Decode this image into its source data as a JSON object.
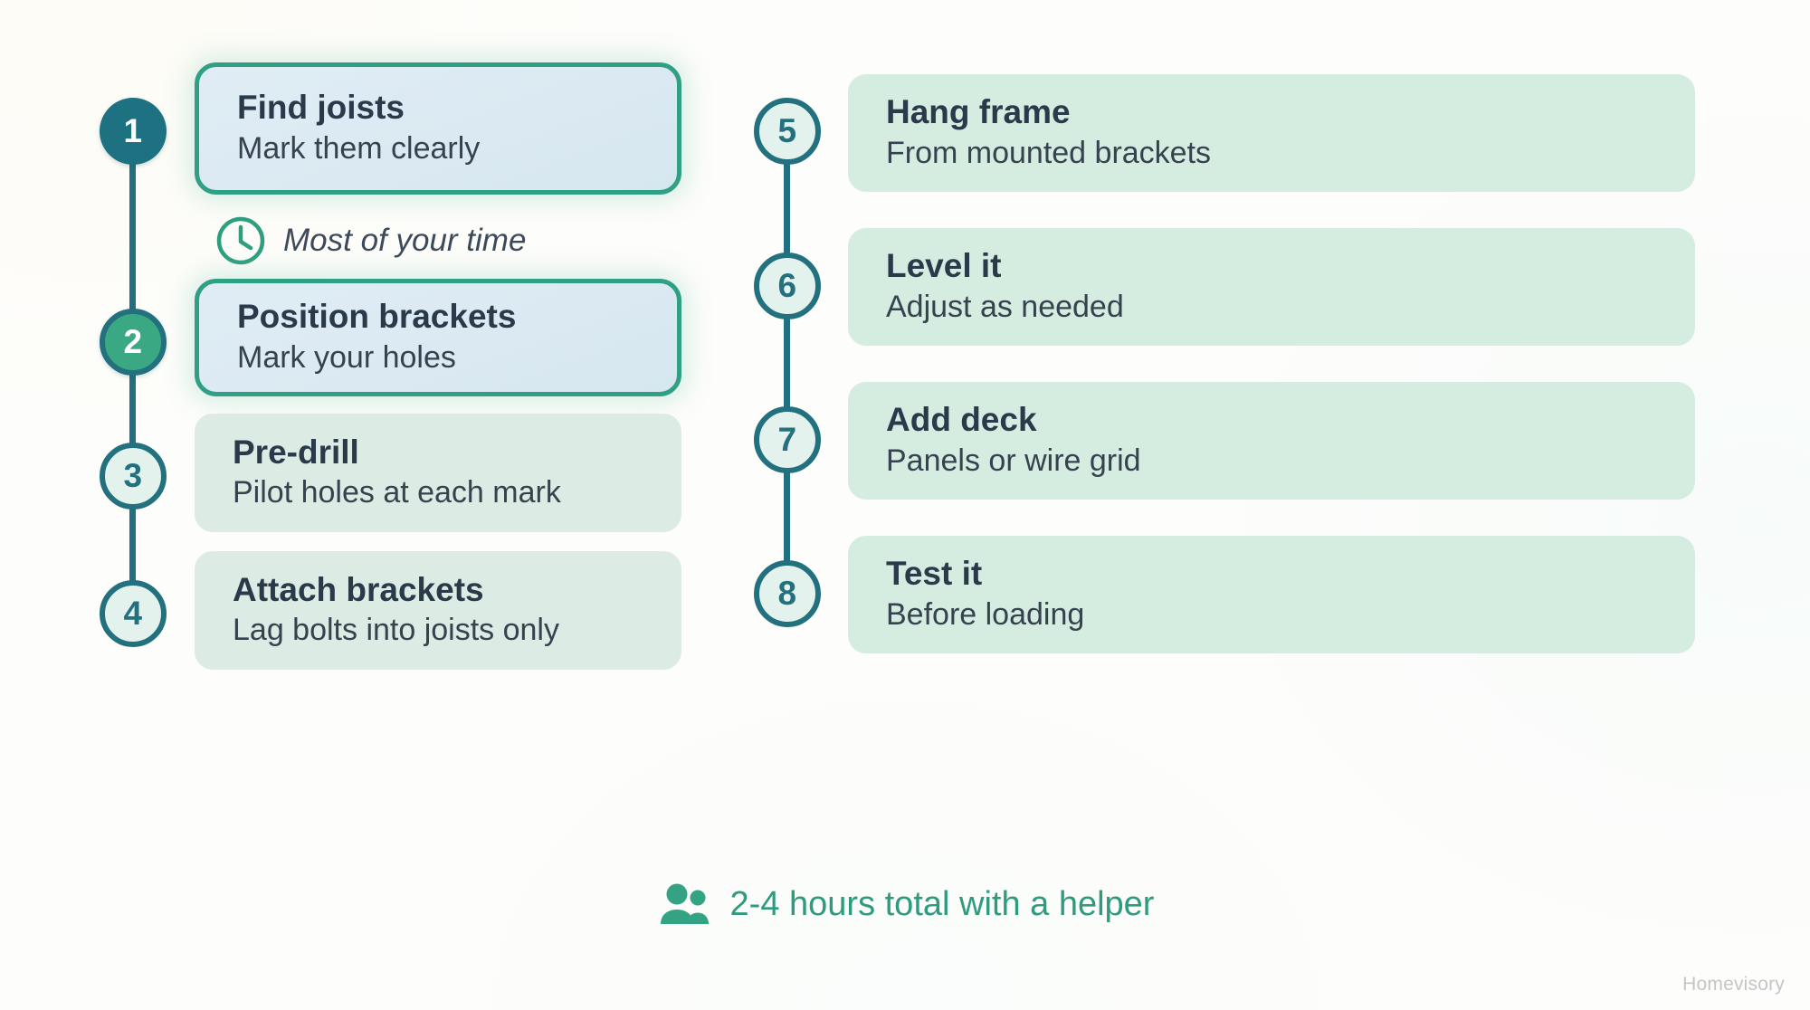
{
  "meta": {
    "watermark": "Homevisory",
    "colors": {
      "accent_green": "#2f9e7e",
      "deep_teal": "#1e7180",
      "ring_teal": "#23707f",
      "card_mint": "#dcece4",
      "card_active_blue": "#dce9f2",
      "title_text": "#2b3a4a",
      "body_text": "#36434f",
      "footer_green": "#2f9b7e",
      "watermark_gray": "#c3c6c9",
      "background": "#fdfdfb"
    }
  },
  "left_column": {
    "steps": [
      {
        "number": "1",
        "title": "Find joists",
        "subtitle": "Mark them clearly",
        "marker_style": "solid",
        "card_style": "active"
      },
      {
        "number": "2",
        "title": "Position brackets",
        "subtitle": "Mark your holes",
        "marker_style": "filled",
        "card_style": "active"
      },
      {
        "number": "3",
        "title": "Pre-drill",
        "subtitle": "Pilot holes at each mark",
        "marker_style": "ring",
        "card_style": "plain"
      },
      {
        "number": "4",
        "title": "Attach brackets",
        "subtitle": "Lag bolts into joists only",
        "marker_style": "ring",
        "card_style": "plain"
      }
    ]
  },
  "right_column": {
    "steps": [
      {
        "number": "5",
        "title": "Hang frame",
        "subtitle": "From mounted brackets",
        "marker_style": "ring",
        "card_style": "plain"
      },
      {
        "number": "6",
        "title": "Level it",
        "subtitle": "Adjust as needed",
        "marker_style": "ring",
        "card_style": "plain"
      },
      {
        "number": "7",
        "title": "Add deck",
        "subtitle": "Panels or wire grid",
        "marker_style": "ring",
        "card_style": "plain"
      },
      {
        "number": "8",
        "title": "Test it",
        "subtitle": "Before loading",
        "marker_style": "ring",
        "card_style": "plain"
      }
    ]
  },
  "clock_note": {
    "icon": "clock-icon",
    "text": "Most of your time"
  },
  "footer_note": {
    "icon": "people-icon",
    "text": "2-4 hours total with a helper"
  }
}
